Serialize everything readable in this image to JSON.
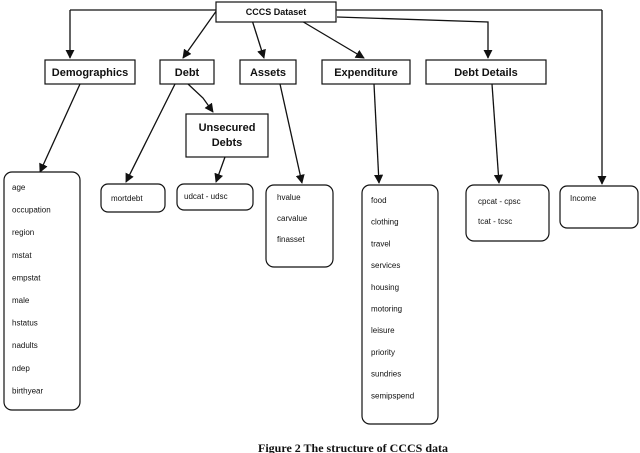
{
  "root": {
    "label": "CCCS Dataset"
  },
  "categories": {
    "demographics": {
      "label": "Demographics"
    },
    "debt": {
      "label": "Debt"
    },
    "assets": {
      "label": "Assets"
    },
    "expenditure": {
      "label": "Expenditure"
    },
    "debt_details": {
      "label": "Debt Details"
    }
  },
  "unsecured": {
    "label_line1": "Unsecured",
    "label_line2": "Debts"
  },
  "leaves": {
    "demographics": [
      "age",
      "occupation",
      "region",
      "mstat",
      "empstat",
      "male",
      "hstatus",
      "nadults",
      "ndep",
      "birthyear"
    ],
    "mortdebt": [
      "mortdebt"
    ],
    "unsecured": [
      "udcat - udsc"
    ],
    "assets": [
      "hvalue",
      "carvalue",
      "finasset"
    ],
    "expenditure": [
      "food",
      "clothing",
      "travel",
      "services",
      "housing",
      "motoring",
      "leisure",
      "priority",
      "sundries",
      "semipspend"
    ],
    "debt_details": [
      "cpcat - cpsc",
      "tcat - tcsc"
    ],
    "income": [
      "Income"
    ]
  },
  "caption": "Figure 2 The structure of CCCS data"
}
